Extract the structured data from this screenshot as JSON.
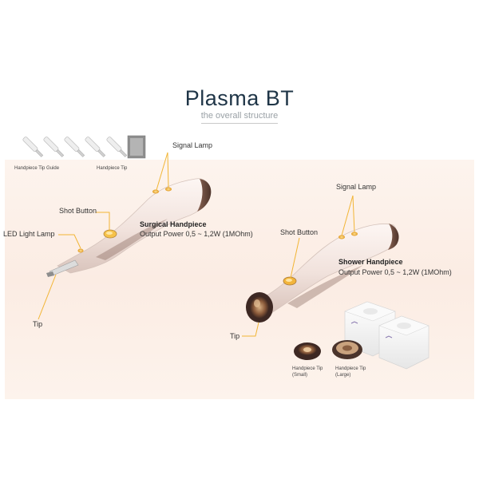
{
  "header": {
    "title": "Plasma BT",
    "subtitle": "the overall structure"
  },
  "accessories": {
    "tip_guide_label": "Handpiece Tip Guide",
    "tip_label": "Handpiece Tip"
  },
  "surgical": {
    "signal_lamp": "Signal Lamp",
    "shot_button": "Shot Button",
    "led_light_lamp": "LED Light Lamp",
    "tip": "Tip",
    "name": "Surgical Handpiece",
    "output": "Output Power 0,5 ~ 1,2W (1MOhm)"
  },
  "shower": {
    "signal_lamp": "Signal Lamp",
    "shot_button": "Shot Button",
    "tip": "Tip",
    "name": "Shower Handpiece",
    "output": "Output Power 0,5 ~ 1,2W (1MOhm)",
    "tip_small_line1": "Handpiece Tip",
    "tip_small_line2": "(Small)",
    "tip_large_line1": "Handpiece Tip",
    "tip_large_line2": "(Large)"
  },
  "colors": {
    "title": "#1f3547",
    "callout": "#f2b535",
    "body": "#f7ece8",
    "accent": "#6b4a3e"
  }
}
